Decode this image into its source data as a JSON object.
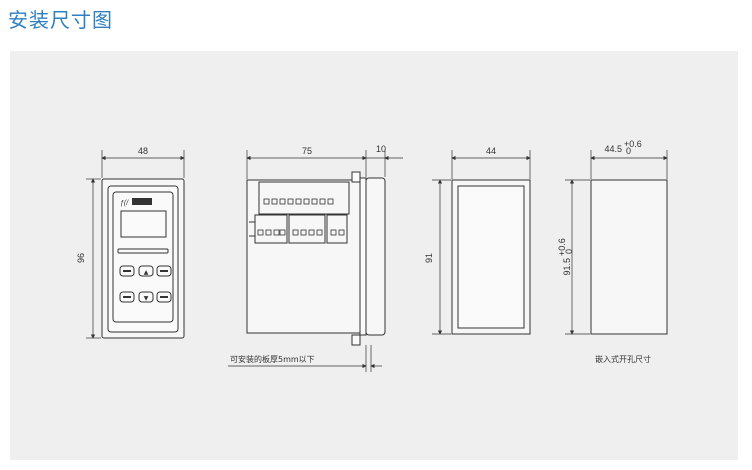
{
  "page": {
    "title": "安装尺寸图"
  },
  "front_view": {
    "width_label": "48",
    "height_label": "96"
  },
  "side_view": {
    "depth_label": "75",
    "bezel_label": "10",
    "note": "可安装的板厚5mm以下"
  },
  "rear_view": {
    "width_label": "44",
    "height_label": "91"
  },
  "cutout": {
    "width_label": "44.5",
    "width_tol_upper": "+0.6",
    "width_tol_lower": "0",
    "height_label": "91.5",
    "height_tol_upper": "+0.6",
    "height_tol_lower": "0",
    "caption": "嵌入式开孔尺寸"
  },
  "colors": {
    "title": "#2f7fc1",
    "panel": "#efefef",
    "line": "#333333"
  }
}
